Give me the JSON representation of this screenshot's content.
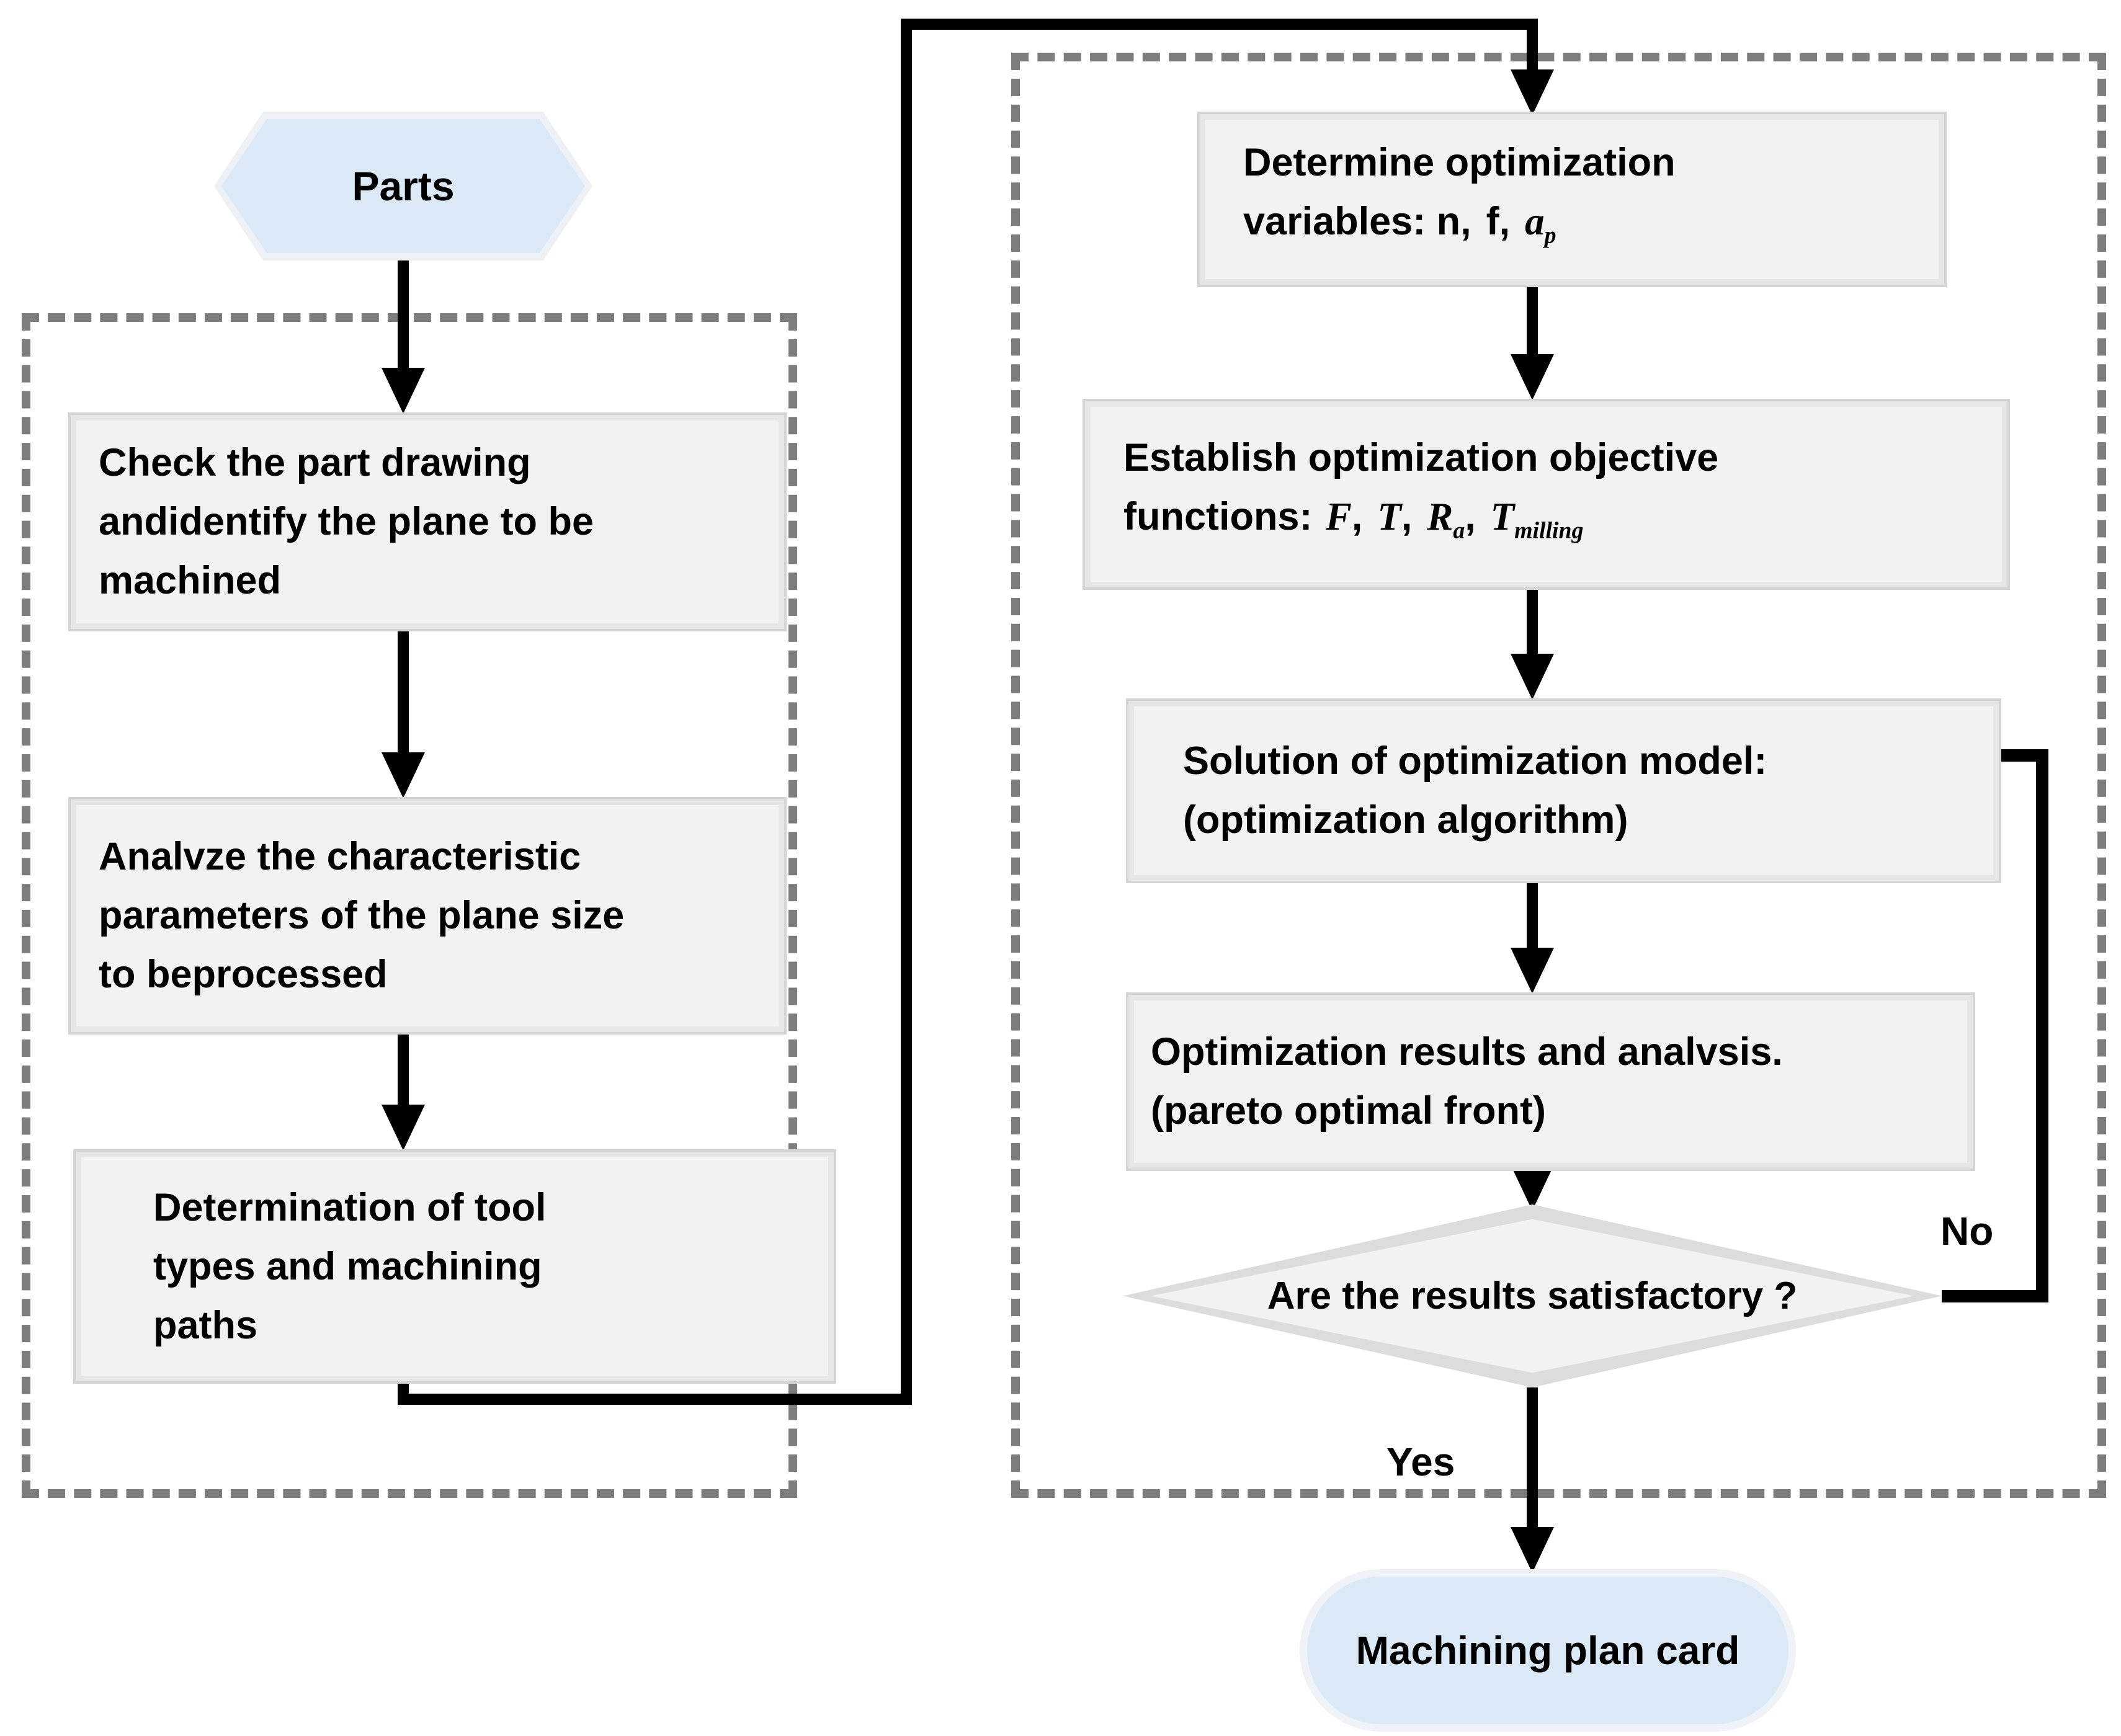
{
  "palette": {
    "terminal_fill": "#dbe9f6",
    "process_fill": "#f2f2f2",
    "process_border": "#d4d4d4",
    "frame_dash": "#7d7d7d",
    "arrow": "#000000",
    "text": "#000000"
  },
  "flowchart": {
    "start": {
      "label": "Parts"
    },
    "preparation": {
      "check_drawing": {
        "lines": [
          "Check the part drawing",
          "andidentify the plane to be",
          "machined"
        ]
      },
      "analyze_parameters": {
        "lines": [
          "Analvze the characteristic",
          "parameters of the plane size",
          "to beprocessed"
        ]
      },
      "tool_determination": {
        "lines": [
          "Determination of tool",
          "types and machining",
          "paths"
        ]
      }
    },
    "optimization": {
      "variables": {
        "line1": "Determine optimization",
        "line2_prefix": "variables: n",
        "sep": "、",
        "var_f": "f",
        "var_a": "a",
        "var_a_sub": "p"
      },
      "objectives": {
        "line1": "Establish optimization objective",
        "line2_label": "functions:",
        "sep": "、",
        "sym_F": "F",
        "sym_T": "T",
        "sym_R": "R",
        "sym_R_sub": "a",
        "sym_T2": "T",
        "sym_T2_sub": "milling"
      },
      "solution": {
        "lines": [
          "Solution of optimization model:",
          "(optimization algorithm)"
        ]
      },
      "results": {
        "lines": [
          "Optimization results and analvsis.",
          "(pareto optimal front)"
        ]
      },
      "decision": {
        "label": "Are the results satisfactory？"
      }
    },
    "edges": {
      "yes_label": "Yes",
      "no_label": "No"
    },
    "end": {
      "label": "Machining plan card"
    }
  }
}
